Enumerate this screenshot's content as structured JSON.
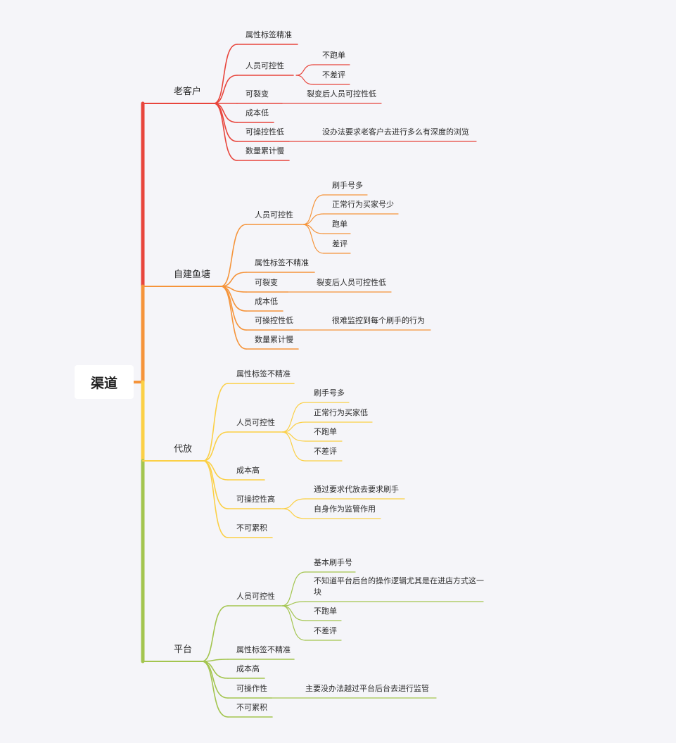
{
  "root": {
    "label": "渠道"
  },
  "branches": [
    {
      "label": "老客户",
      "color": "#e8453c",
      "children": [
        {
          "label": "属性标签精准"
        },
        {
          "label": "人员可控性",
          "children": [
            {
              "label": "不跑单"
            },
            {
              "label": "不差评"
            }
          ]
        },
        {
          "label": "可裂变",
          "children": [
            {
              "label": "裂变后人员可控性低"
            }
          ]
        },
        {
          "label": "成本低"
        },
        {
          "label": "可操控性低",
          "children": [
            {
              "label": "没办法要求老客户去进行多么有深度的浏览"
            }
          ]
        },
        {
          "label": "数量累计慢"
        }
      ]
    },
    {
      "label": "自建鱼塘",
      "color": "#f5943a",
      "children": [
        {
          "label": "人员可控性",
          "children": [
            {
              "label": "刷手号多"
            },
            {
              "label": "正常行为买家号少"
            },
            {
              "label": "跑单"
            },
            {
              "label": "差评"
            }
          ]
        },
        {
          "label": "属性标签不精准"
        },
        {
          "label": "可裂变",
          "children": [
            {
              "label": "裂变后人员可控性低"
            }
          ]
        },
        {
          "label": "成本低"
        },
        {
          "label": "可操控性低",
          "children": [
            {
              "label": "很难监控到每个刷手的行为"
            }
          ]
        },
        {
          "label": "数量累计慢"
        }
      ]
    },
    {
      "label": "代放",
      "color": "#fbd046",
      "children": [
        {
          "label": "属性标签不精准"
        },
        {
          "label": "人员可控性",
          "children": [
            {
              "label": "刷手号多"
            },
            {
              "label": "正常行为买家低"
            },
            {
              "label": "不跑单"
            },
            {
              "label": "不差评"
            }
          ]
        },
        {
          "label": "成本高"
        },
        {
          "label": "可操控性高",
          "children": [
            {
              "label": "通过要求代放去要求刷手"
            },
            {
              "label": "自身作为监管作用"
            }
          ]
        },
        {
          "label": "不可累积"
        }
      ]
    },
    {
      "label": "平台",
      "color": "#a3c54f",
      "children": [
        {
          "label": "人员可控性",
          "children": [
            {
              "label": "基本刷手号"
            },
            {
              "label": "不知道平台后台的操作逻辑尤其是在进店方式这一块"
            },
            {
              "label": "不跑单"
            },
            {
              "label": "不差评"
            }
          ]
        },
        {
          "label": "属性标签不精准"
        },
        {
          "label": "成本高"
        },
        {
          "label": "可操作性",
          "children": [
            {
              "label": "主要没办法越过平台后台去进行监管"
            }
          ]
        },
        {
          "label": "不可累积"
        }
      ]
    }
  ]
}
